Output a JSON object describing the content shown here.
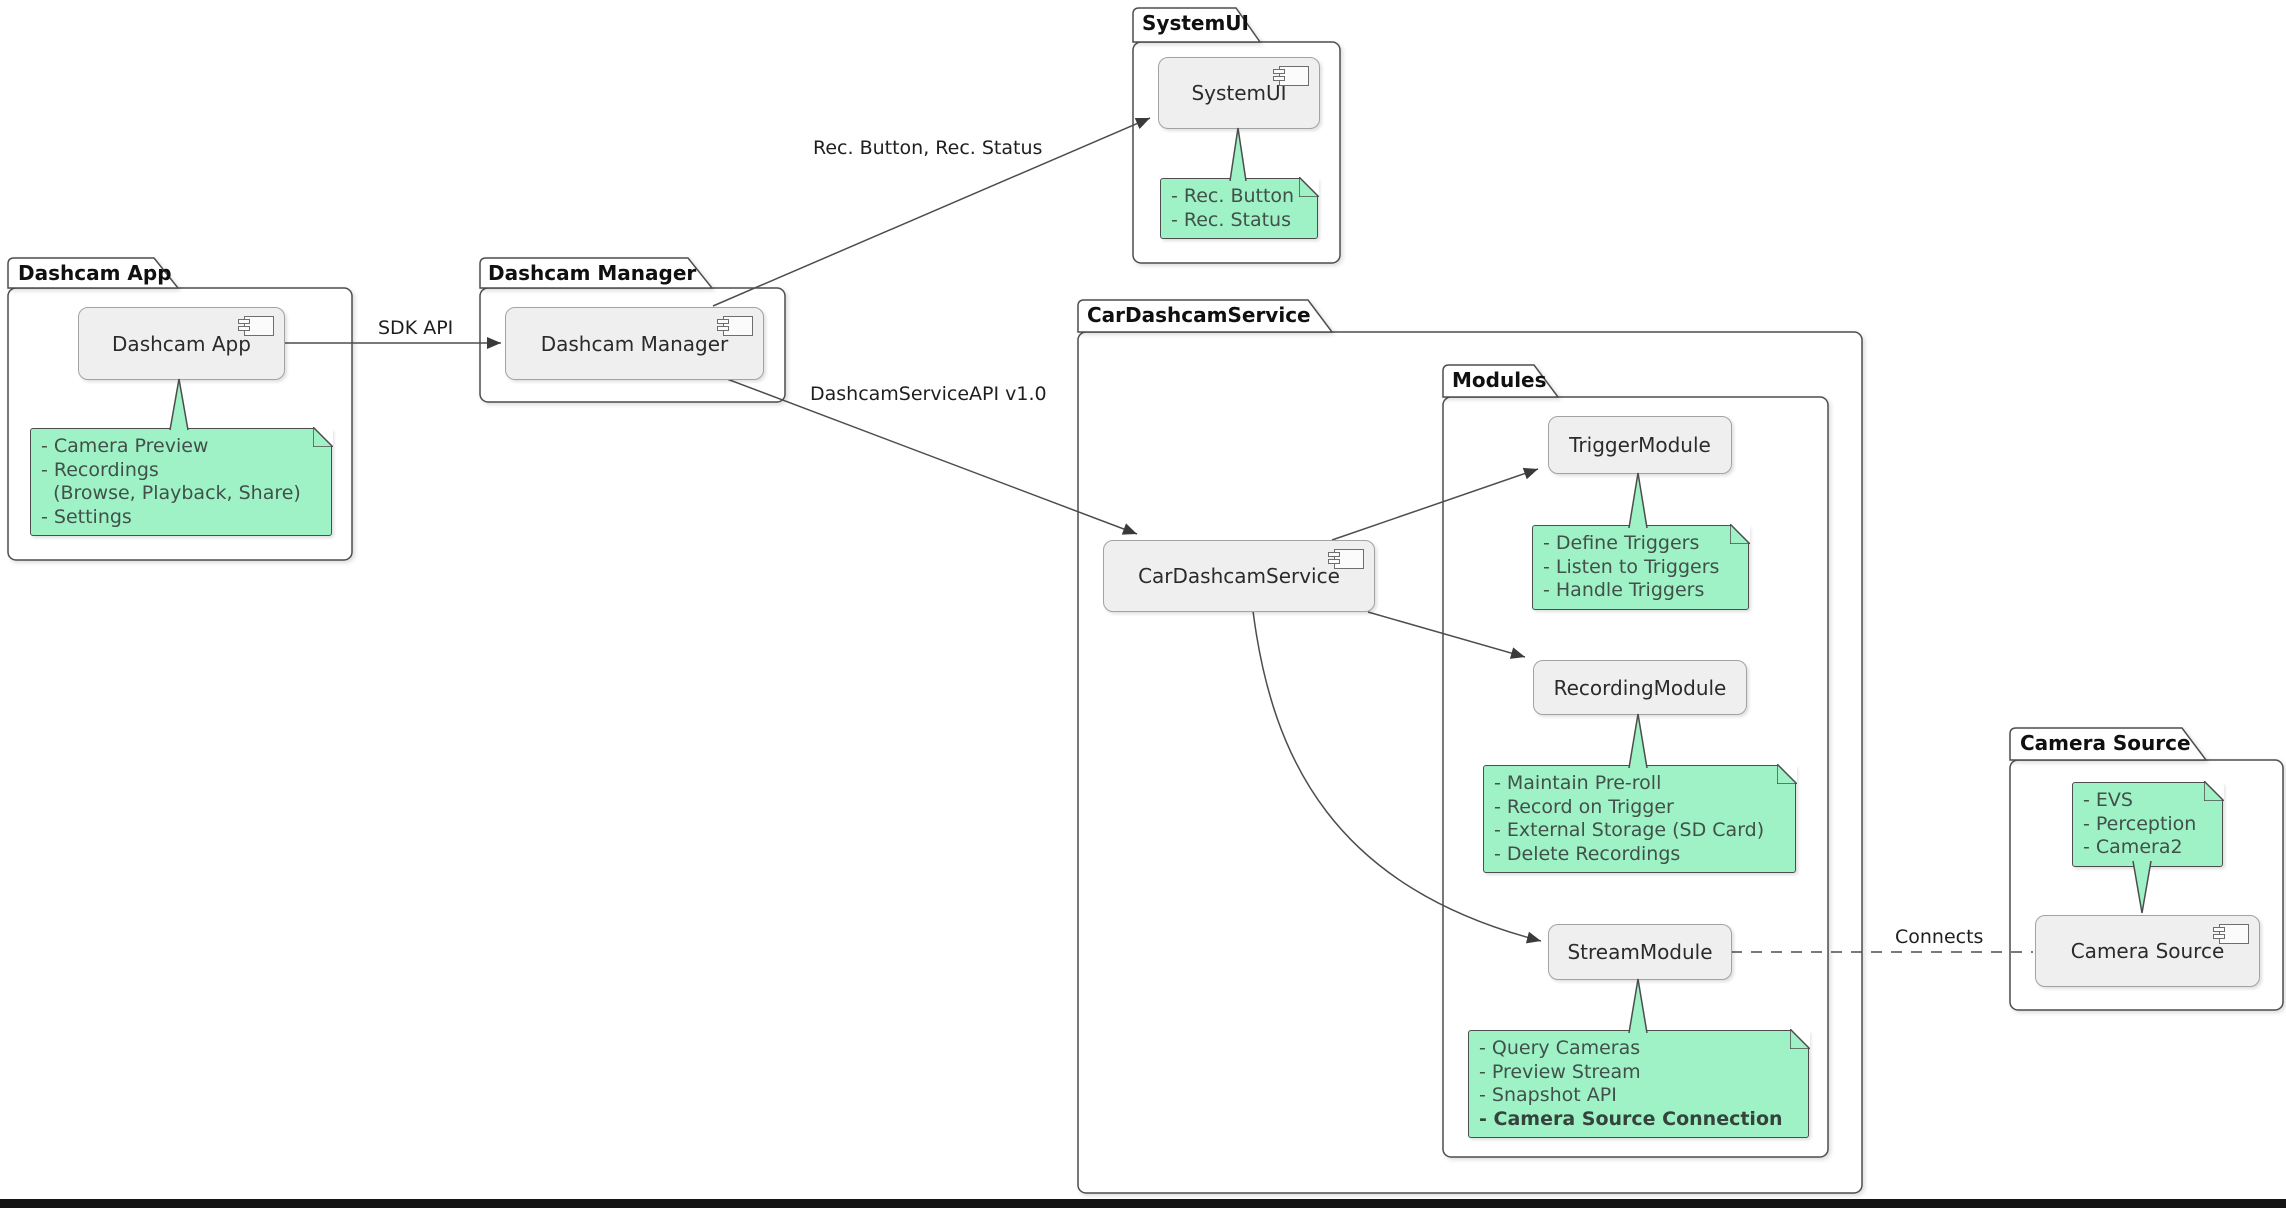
{
  "packages": {
    "dashcam_app": {
      "title": "Dashcam App",
      "component": "Dashcam App",
      "note": [
        "- Camera Preview",
        "- Recordings",
        "  (Browse, Playback, Share)",
        "- Settings"
      ]
    },
    "dashcam_manager": {
      "title": "Dashcam Manager",
      "component": "Dashcam Manager"
    },
    "system_ui": {
      "title": "SystemUI",
      "component": "SystemUI",
      "note": [
        "- Rec. Button",
        "- Rec. Status"
      ]
    },
    "car_dashcam_service": {
      "title": "CarDashcamService",
      "component": "CarDashcamService"
    },
    "modules": {
      "title": "Modules",
      "trigger_module": {
        "name": "TriggerModule",
        "note": [
          "- Define Triggers",
          "- Listen to Triggers",
          "- Handle Triggers"
        ]
      },
      "recording_module": {
        "name": "RecordingModule",
        "note": [
          "- Maintain Pre-roll",
          "- Record on Trigger",
          "- External Storage (SD Card)",
          "- Delete Recordings"
        ]
      },
      "stream_module": {
        "name": "StreamModule",
        "note": [
          "- Query Cameras",
          "- Preview Stream",
          "- Snapshot API",
          "- Camera Source Connection"
        ]
      }
    },
    "camera_source": {
      "title": "Camera Source",
      "component": "Camera Source",
      "note": [
        "- EVS",
        "- Perception",
        "- Camera2"
      ]
    }
  },
  "edges": {
    "sdk_api": {
      "label": "SDK API"
    },
    "rec_controls": {
      "label": "Rec. Button, Rec. Status"
    },
    "dashcam_service_api": {
      "label": "DashcamServiceAPI v1.0"
    },
    "connects": {
      "label": "Connects"
    }
  },
  "colors": {
    "note_fill": "#9FF2C6",
    "note_border": "#4D4D4D",
    "component_fill": "#EFEFEF",
    "component_border": "#A3A3A3",
    "line": "#4D4D4D"
  }
}
